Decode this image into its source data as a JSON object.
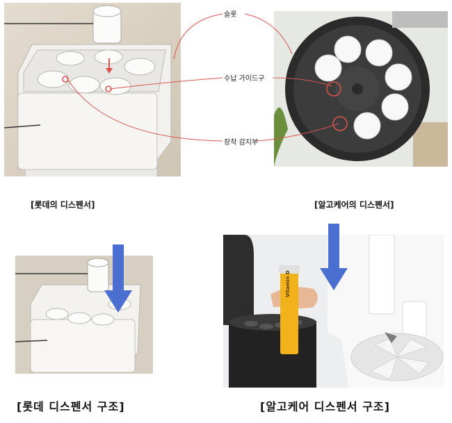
{
  "top_left": {
    "caption": "[롯데의 디스펜서]"
  },
  "top_right": {
    "caption": "[알고케어의 디스펜서]",
    "label_color": "#2a6e3a",
    "dark_color": "#2b2b2b"
  },
  "callouts": {
    "slot": "슬롯",
    "guide": "수납 가이드구",
    "sensor": "장착 감지부",
    "line_color": "#d9534f"
  },
  "bottom_left": {
    "caption": "[롯데 디스펜서 구조]",
    "arrow_color": "#4a6fd1"
  },
  "bottom_right": {
    "caption": "[알고케어 디스펜서 구조]",
    "bottle_text": "Vitamin D",
    "bottle_color": "#f2b21b",
    "arrow_color": "#4a6fd1"
  }
}
